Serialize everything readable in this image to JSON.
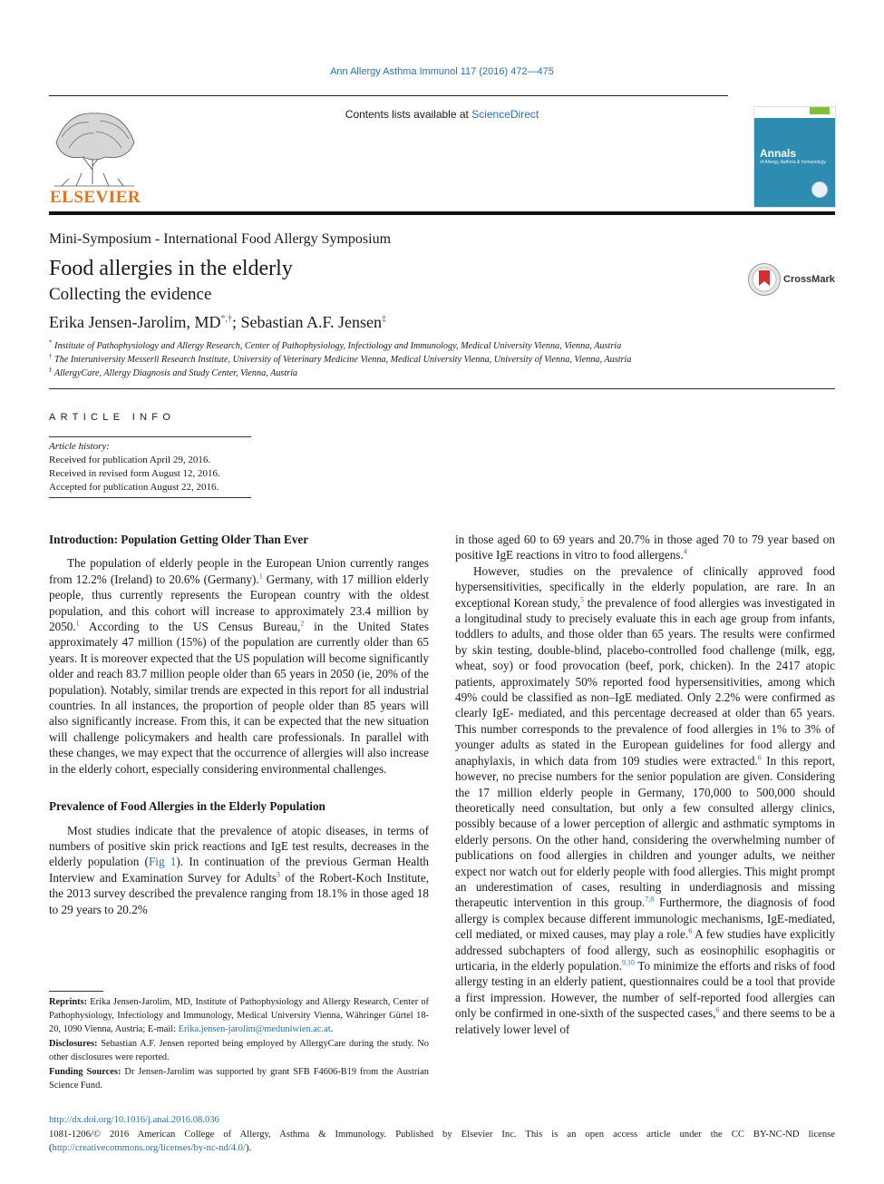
{
  "header": {
    "journal_ref": "Ann Allergy Asthma Immunol 117 (2016) 472—475",
    "contents_prefix": "Contents lists available at ",
    "contents_link": "ScienceDirect",
    "publisher_logo_text": "ELSEVIER",
    "cover_title": "Annals",
    "cover_subtitle": "of Allergy, Asthma & Immunology"
  },
  "article": {
    "section": "Mini-Symposium - International Food Allergy Symposium",
    "title": "Food allergies in the elderly",
    "subtitle": "Collecting the evidence",
    "author1": "Erika Jensen-Jarolim, MD",
    "author1_marks": "*,†",
    "author_sep": "; ",
    "author2": "Sebastian A.F. Jensen",
    "author2_marks": "‡",
    "crossmark": "CrossMark"
  },
  "affiliations": [
    {
      "mark": "*",
      "text": "Institute of Pathophysiology and Allergy Research, Center of Pathophysiology, Infectiology and Immunology, Medical University Vienna, Vienna, Austria"
    },
    {
      "mark": "†",
      "text": "The Interuniversity Messerli Research Institute, University of Veterinary Medicine Vienna, Medical University Vienna, University of Vienna, Vienna, Austria"
    },
    {
      "mark": "‡",
      "text": "AllergyCare, Allergy Diagnosis and Study Center, Vienna, Austria"
    }
  ],
  "article_info": {
    "heading": "ARTICLE INFO",
    "history_label": "Article history:",
    "received": "Received for publication April 29, 2016.",
    "revised": "Received in revised form August 12, 2016.",
    "accepted": "Accepted for publication August 22, 2016."
  },
  "body": {
    "h1": "Introduction: Population Getting Older Than Ever",
    "p1": {
      "s1": "The population of elderly people in the European Union currently ranges from 12.2% (Ireland) to 20.6% (Germany).",
      "r1": "1",
      "s2": " Germany, with 17 million elderly people, thus currently represents the European country with the oldest population, and this cohort will increase to approximately 23.4 million by 2050.",
      "r2": "1",
      "s3": " According to the US Census Bureau,",
      "r3": "2",
      "s4": " in the United States approximately 47 million (15%) of the population are currently older than 65 years. It is moreover expected that the US population will become significantly older and reach 83.7 million people older than 65 years in 2050 (ie, 20% of the population). Notably, similar trends are expected in this report for all industrial countries. In all instances, the proportion of people older than 85 years will also significantly increase. From this, it can be expected that the new situation will challenge policymakers and health care professionals. In parallel with these changes, we may expect that the occurrence of allergies will also increase in the elderly cohort, especially considering environmental challenges."
    },
    "h2": "Prevalence of Food Allergies in the Elderly Population",
    "p2": {
      "s1": "Most studies indicate that the prevalence of atopic diseases, in terms of numbers of positive skin prick reactions and IgE test results, decreases in the elderly population (",
      "fig": "Fig 1",
      "s2": "). In continuation of the previous German Health Interview and Examination Survey for Adults",
      "r1": "3",
      "s3": " of the Robert-Koch Institute, the 2013 survey described the prevalence ranging from 18.1% in those aged 18 to 29 years to 20.2%"
    },
    "p2_cont": {
      "s1": "in those aged 60 to 69 years and 20.7% in those aged 70 to 79 year based on positive IgE reactions in vitro to food allergens.",
      "r1": "4"
    },
    "p3": {
      "s1": "However, studies on the prevalence of clinically approved food hypersensitivities, specifically in the elderly population, are rare. In an exceptional Korean study,",
      "r1": "5",
      "s2": " the prevalence of food allergies was investigated in a longitudinal study to precisely evaluate this in each age group from infants, toddlers to adults, and those older than 65 years. The results were confirmed by skin testing, double-blind, placebo-controlled food challenge (milk, egg, wheat, soy) or food provocation (beef, pork, chicken). In the 2417 atopic patients, approximately 50% reported food hypersensitivities, among which 49% could be classified as non–IgE mediated. Only 2.2% were confirmed as clearly IgE- mediated, and this percentage decreased at older than 65 years. This number corresponds to the prevalence of food allergies in 1% to 3% of younger adults as stated in the European guidelines for food allergy and anaphylaxis, in which data from 109 studies were extracted.",
      "r2": "6",
      "s3": " In this report, however, no precise numbers for the senior population are given. Considering the 17 million elderly people in Germany, 170,000 to 500,000 should theoretically need consultation, but only a few consulted allergy clinics, possibly because of a lower perception of allergic and asthmatic symptoms in elderly persons. On the other hand, considering the overwhelming number of publications on food allergies in children and younger adults, we neither expect nor watch out for elderly people with food allergies. This might prompt an underestimation of cases, resulting in underdiagnosis and missing therapeutic intervention in this group.",
      "r3": "7,8",
      "s4": " Furthermore, the diagnosis of food allergy is complex because different immunologic mechanisms, IgE-mediated, cell mediated, or mixed causes, may play a role.",
      "r4": "6",
      "s5": " A few studies have explicitly addressed subchapters of food allergy, such as eosinophilic esophagitis or urticaria, in the elderly population.",
      "r5": "9,10",
      "s6": " To minimize the efforts and risks of food allergy testing in an elderly patient, questionnaires could be a tool that provide a first impression. However, the number of self-reported food allergies can only be confirmed in one-sixth of the suspected cases,",
      "r6": "6",
      "s7": " and there seems to be a relatively lower level of"
    }
  },
  "footnotes": {
    "reprints_label": "Reprints:",
    "reprints_text": " Erika Jensen-Jarolim, MD, Institute of Pathophysiology and Allergy Research, Center of Pathophysiology, Infectiology and Immunology, Medical University Vienna, Währinger Gürtel 18-20, 1090 Vienna, Austria; E-mail: ",
    "reprints_email": "Erika.jensen-jarolim@meduniwien.ac.at",
    "reprints_end": ".",
    "disclosures_label": "Disclosures:",
    "disclosures_text": " Sebastian A.F. Jensen reported being employed by AllergyCare during the study. No other disclosures were reported.",
    "funding_label": "Funding Sources:",
    "funding_text": " Dr Jensen-Jarolim was supported by grant SFB F4606-B19 from the Austrian Science Fund."
  },
  "footer": {
    "doi": "http://dx.doi.org/10.1016/j.anai.2016.08.036",
    "license_text": "1081-1206/© 2016 American College of Allergy, Asthma & Immunology. Published by Elsevier Inc. This is an open access article under the CC BY-NC-ND license (",
    "license_link": "http://creativecommons.org/licenses/by-nc-nd/4.0/",
    "license_end": ")."
  },
  "colors": {
    "link": "#2a6ebb",
    "publisher_orange": "#e8731b",
    "cover_blue": "#2f8cb1"
  }
}
